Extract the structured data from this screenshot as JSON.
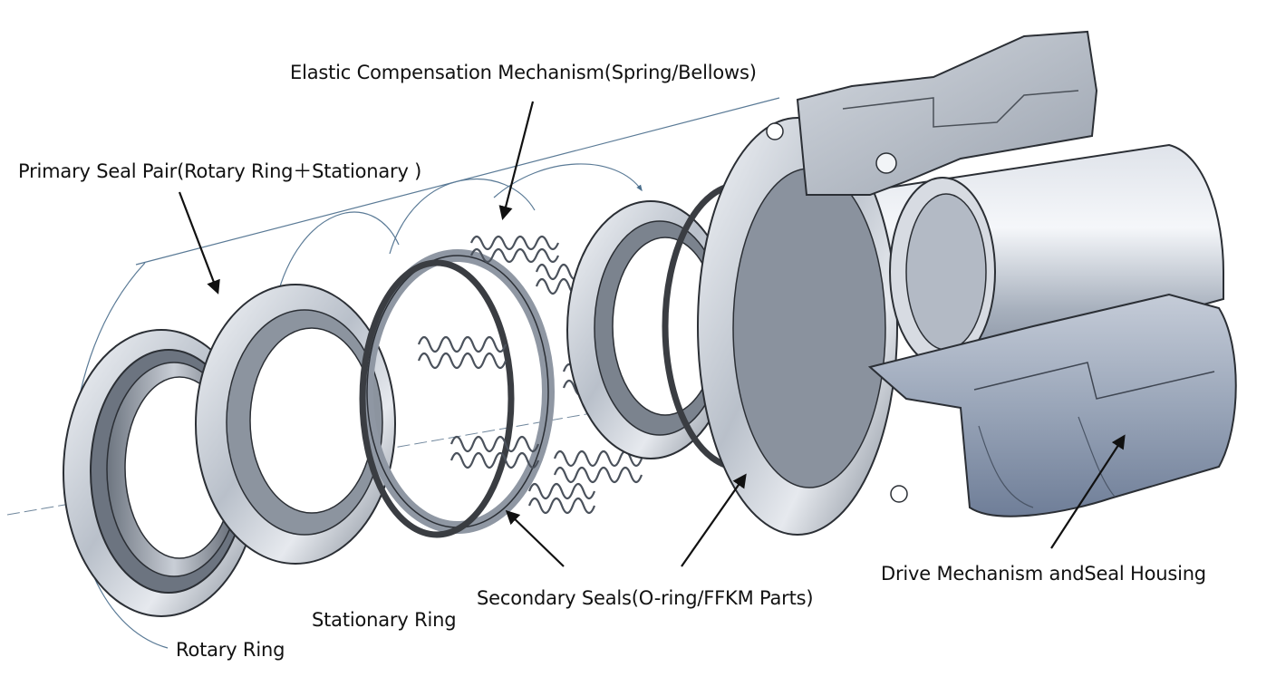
{
  "labels": {
    "elastic": "Elastic Compensation Mechanism(Spring/Bellows)",
    "primary": "Primary Seal Pair(Rotary Ring＋Stationary )",
    "secondary": "Secondary Seals(O-ring/FFKM Parts)",
    "drive": "Drive Mechanism andSeal Housing",
    "stationary": "Stationary Ring",
    "rotary": "Rotary Ring"
  },
  "colors": {
    "metal_light": "#e4e8ee",
    "metal_mid": "#a9b1bd",
    "metal_dark": "#5e6672",
    "housing_blue": "#8695ad",
    "oring": "#3a3d42",
    "guide_line": "#4a6e8c",
    "text": "#111111"
  },
  "components": [
    "rotary-ring",
    "stationary-ring",
    "spring-set",
    "o-ring-front",
    "spring-retainer-ring",
    "o-ring-rear",
    "seal-housing",
    "drive-shaft-housing"
  ]
}
